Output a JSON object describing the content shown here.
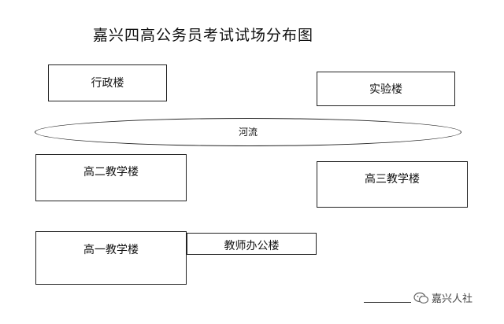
{
  "title": "嘉兴四高公务员考试试场分布图",
  "buildings": {
    "admin": "行政楼",
    "lab": "实验楼",
    "river": "河流",
    "grade2": "高二教学楼",
    "grade3": "高三教学楼",
    "grade1": "高一教学楼",
    "teachers_office": "教师办公楼"
  },
  "watermark": {
    "icon": "wechat-icon",
    "text": "嘉兴人社"
  }
}
